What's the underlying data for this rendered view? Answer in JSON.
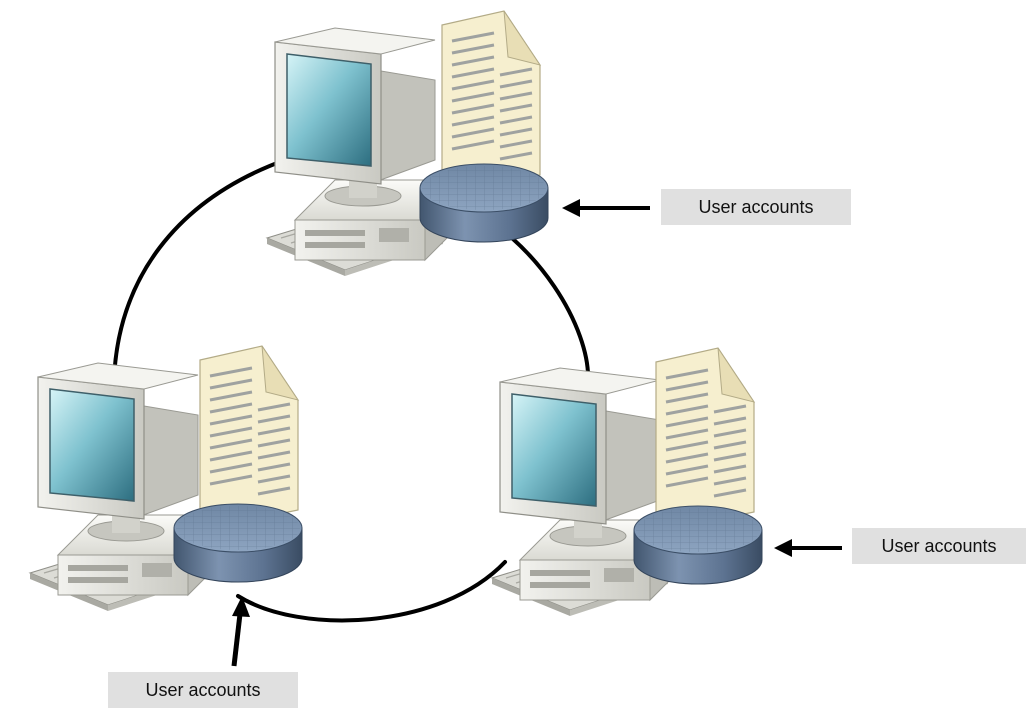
{
  "labels": {
    "top_right": "User accounts",
    "right": "User accounts",
    "bottom_left": "User accounts"
  }
}
